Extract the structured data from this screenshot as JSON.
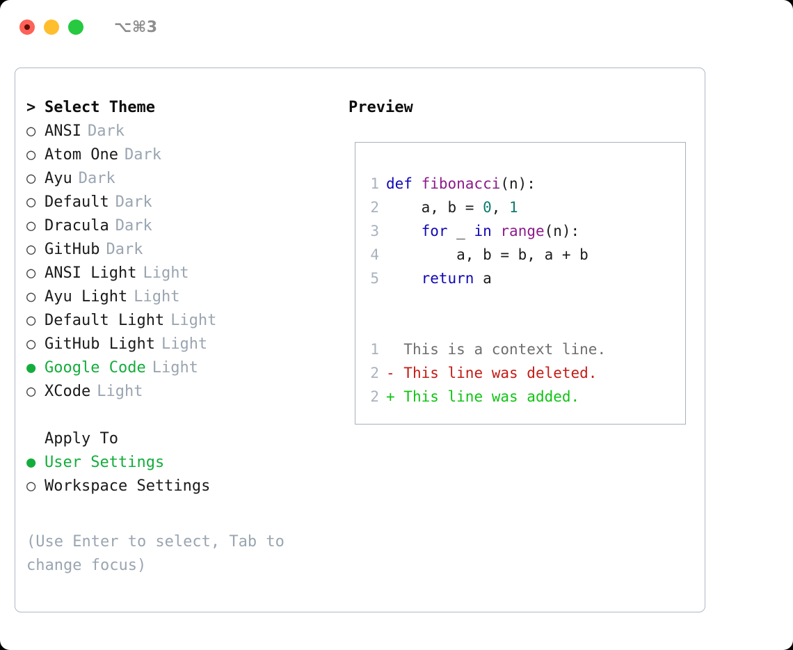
{
  "titlebar": {
    "shortcut": "⌥⌘3",
    "buttons": [
      {
        "name": "close",
        "color": "#fd6157"
      },
      {
        "name": "minimize",
        "color": "#ffbe2e"
      },
      {
        "name": "maximize",
        "color": "#26c93f"
      }
    ]
  },
  "theme_picker": {
    "heading_caret": ">",
    "heading": "Select Theme",
    "selected_bullet": "●",
    "unselected_bullet": "○",
    "items": [
      {
        "bullet": "○",
        "label": "ANSI",
        "suffix": "Dark",
        "selected": false
      },
      {
        "bullet": "○",
        "label": "Atom One",
        "suffix": "Dark",
        "selected": false
      },
      {
        "bullet": "○",
        "label": "Ayu",
        "suffix": "Dark",
        "selected": false
      },
      {
        "bullet": "○",
        "label": "Default",
        "suffix": "Dark",
        "selected": false
      },
      {
        "bullet": "○",
        "label": "Dracula",
        "suffix": "Dark",
        "selected": false
      },
      {
        "bullet": "○",
        "label": "GitHub",
        "suffix": "Dark",
        "selected": false
      },
      {
        "bullet": "○",
        "label": "ANSI Light",
        "suffix": "Light",
        "selected": false
      },
      {
        "bullet": "○",
        "label": "Ayu Light",
        "suffix": "Light",
        "selected": false
      },
      {
        "bullet": "○",
        "label": "Default Light",
        "suffix": "Light",
        "selected": false
      },
      {
        "bullet": "○",
        "label": "GitHub Light",
        "suffix": "Light",
        "selected": false
      },
      {
        "bullet": "●",
        "label": "Google Code",
        "suffix": "Light",
        "selected": true
      },
      {
        "bullet": "○",
        "label": "XCode",
        "suffix": "Light",
        "selected": false
      }
    ]
  },
  "apply_to": {
    "heading": "Apply To",
    "items": [
      {
        "bullet": "●",
        "label": "User Settings",
        "selected": true
      },
      {
        "bullet": "○",
        "label": "Workspace Settings",
        "selected": false
      }
    ]
  },
  "hint": {
    "line1": "(Use Enter to select, Tab to",
    "line2": "change focus)"
  },
  "preview": {
    "title": "Preview",
    "code_lines": [
      {
        "lineno": "1",
        "tokens": [
          {
            "text": "def ",
            "kind": "kw"
          },
          {
            "text": "fibonacci",
            "kind": "fn"
          },
          {
            "text": "(n):",
            "kind": "pln"
          }
        ]
      },
      {
        "lineno": "2",
        "tokens": [
          {
            "text": "    a, b = ",
            "kind": "pln"
          },
          {
            "text": "0",
            "kind": "num"
          },
          {
            "text": ", ",
            "kind": "pln"
          },
          {
            "text": "1",
            "kind": "num"
          }
        ]
      },
      {
        "lineno": "3",
        "tokens": [
          {
            "text": "    ",
            "kind": "pln"
          },
          {
            "text": "for",
            "kind": "kw"
          },
          {
            "text": " _ ",
            "kind": "pln"
          },
          {
            "text": "in",
            "kind": "kw"
          },
          {
            "text": " ",
            "kind": "pln"
          },
          {
            "text": "range",
            "kind": "fn"
          },
          {
            "text": "(n):",
            "kind": "pln"
          }
        ]
      },
      {
        "lineno": "4",
        "tokens": [
          {
            "text": "        a, b = b, a + b",
            "kind": "pln"
          }
        ]
      },
      {
        "lineno": "5",
        "tokens": [
          {
            "text": "    ",
            "kind": "pln"
          },
          {
            "text": "return",
            "kind": "kw"
          },
          {
            "text": " a",
            "kind": "pln"
          }
        ]
      }
    ],
    "diff_lines": [
      {
        "lineno": "1",
        "marker": "  ",
        "text": "This is a context line.",
        "kind": "ctx"
      },
      {
        "lineno": "2",
        "marker": "- ",
        "text": "This line was deleted.",
        "kind": "del"
      },
      {
        "lineno": "2",
        "marker": "+ ",
        "text": "This line was added.",
        "kind": "add"
      }
    ]
  },
  "colors": {
    "accent_green": "#14ad3c",
    "muted": "#9aa5b1",
    "border": "#aeb8c4",
    "keyword": "#1008b4",
    "function": "#8c1a8c",
    "number": "#0e7a6e",
    "diff_delete": "#c41b14",
    "diff_add": "#11c314"
  }
}
